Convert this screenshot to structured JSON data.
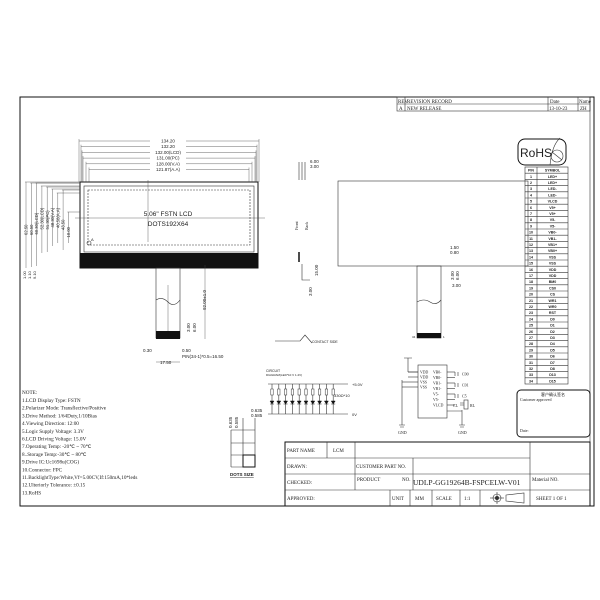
{
  "revision": {
    "headers": [
      "REV",
      "REVISION RECORD",
      "Date",
      "Name"
    ],
    "rows": [
      [
        "A",
        "NEW RELEASE",
        "13-10-23",
        "ZH"
      ]
    ]
  },
  "rohs": {
    "label": "RoHS"
  },
  "pin_table": {
    "headers": [
      "PIN",
      "SYMBOL"
    ],
    "rows": [
      [
        "1",
        "LED+"
      ],
      [
        "2",
        "LED+"
      ],
      [
        "3",
        "LED-"
      ],
      [
        "4",
        "LED-"
      ],
      [
        "5",
        "VLCD"
      ],
      [
        "6",
        "V5+"
      ],
      [
        "7",
        "V5+"
      ],
      [
        "8",
        "V5-"
      ],
      [
        "9",
        "V5-"
      ],
      [
        "10",
        "VB0-"
      ],
      [
        "11",
        "VB1-"
      ],
      [
        "12",
        "VB1+"
      ],
      [
        "13",
        "VB0+"
      ],
      [
        "14",
        "VSS"
      ],
      [
        "15",
        "VSS"
      ],
      [
        "16",
        "VDD"
      ],
      [
        "17",
        "VDD"
      ],
      [
        "18",
        "BM0"
      ],
      [
        "19",
        "CS0"
      ],
      [
        "20",
        "CS"
      ],
      [
        "21",
        "WR1"
      ],
      [
        "22",
        "WR0"
      ],
      [
        "23",
        "RST"
      ],
      [
        "24",
        "D0"
      ],
      [
        "25",
        "D1"
      ],
      [
        "26",
        "D2"
      ],
      [
        "27",
        "D3"
      ],
      [
        "28",
        "D4"
      ],
      [
        "29",
        "D5"
      ],
      [
        "30",
        "D6"
      ],
      [
        "31",
        "D7"
      ],
      [
        "32",
        "D8"
      ],
      [
        "33",
        "D13"
      ],
      [
        "34",
        "D15"
      ]
    ]
  },
  "front_view": {
    "top_dims": [
      "134.20",
      "132.20",
      "132.00(LCD)",
      "131.00(PC)",
      "128.00(V.A)",
      "121.87(A.A)"
    ],
    "left_dims": [
      "62.50",
      "60.50",
      "60.30(LCD)",
      "52.30(LCD)",
      "51.30(PC)",
      "48.30(V.A)",
      "40.58(A.A)",
      "43.50",
      "10.00"
    ],
    "bottom_left_dims": [
      "1.00",
      "1.10",
      "9.10"
    ],
    "panel_text": [
      "5.06\" FSTN LCD",
      "DOTS192X64"
    ],
    "origin_label": "A",
    "fpc_dims": {
      "length": "92.00±1.0",
      "d1": "3.00",
      "d2": "6.00",
      "left": "0.30",
      "right": "0.50",
      "pitch": "PIN(34-1)*0.5=16.50",
      "width": "17.50"
    }
  },
  "side_view": {
    "dims_top": [
      "6.00",
      "3.00"
    ],
    "labels": [
      "Front",
      "Back"
    ],
    "dims_bottom": [
      "15.00",
      "3.00"
    ],
    "contact_side": "CONTACT SIDE"
  },
  "back_view": {
    "dims": [
      "1.50",
      "0.80",
      "3.00",
      "6.00",
      "3.00"
    ],
    "pin_labels": [
      "34",
      "1"
    ]
  },
  "circuit": {
    "title": "CIRCUIT",
    "subtitle": "DIAGRAM(LED*10 V 1.2V)",
    "plus_label": "+5.0V",
    "minus_label": "0V",
    "resistor_label": "330Ω*10"
  },
  "ic_diagram": {
    "left_pins": [
      "VDD",
      "VDD",
      "VSS",
      "VSS"
    ],
    "right_pins": [
      "VB0-",
      "VB0-",
      "VB1-",
      "VB1-",
      "V5-",
      "V5-",
      "VLCD"
    ],
    "caps": [
      "C00",
      "C01",
      "C5",
      "CL",
      "RL"
    ],
    "gnd": "GND"
  },
  "customer_approval": {
    "title_cn": "客户确认签名",
    "title": "Customer approved",
    "date_label": "Date:"
  },
  "notes": {
    "title": "NOTE:",
    "items": [
      "1.LCD Display Type: FSTN",
      "2.Polarizer Mode: Transflective/Positive",
      "3.Drive Method: 1/64Duty,1/10Bias",
      "4.Viewing Direction: 12:00",
      "5.Logic Supply Voltage: 3.3V",
      "6.LCD Driving Voltage: 15.0V",
      "7.Operating Temp: -20℃ ~ 70℃",
      "8..Storage Temp:-30℃ ~ 80℃",
      "9.Drive IC:Uc1698u(COG)",
      "10.Connector: FPC",
      "11.BacklightType:White,Vf=5.00CV,If:150mA,10*leds",
      "12.Ulteriorly Tolerance: ±0.15",
      "13.RoHS"
    ]
  },
  "dots_size": {
    "label": "DOTS SIZE",
    "dims": [
      "0.635",
      "0.585",
      "0.635",
      "0.585"
    ]
  },
  "title_block": {
    "part_name_label": "PART NAME",
    "part_name": "LCM",
    "drawn_label": "DRAWN:",
    "customer_part_label": "CUSTOMER PART NO.",
    "checked_label": "CHECKED:",
    "product_label": "PRODUCT",
    "no_label": "NO.",
    "product_no": "UDLP-GG19264B-FSPCELW-V01",
    "material_label": "Material NO.",
    "approved_label": "APPROVED:",
    "unit_label": "UNIT",
    "unit": "MM",
    "scale_label": "SCALE",
    "scale": "1:1",
    "sheet": "SHEET 1 OF 1"
  }
}
